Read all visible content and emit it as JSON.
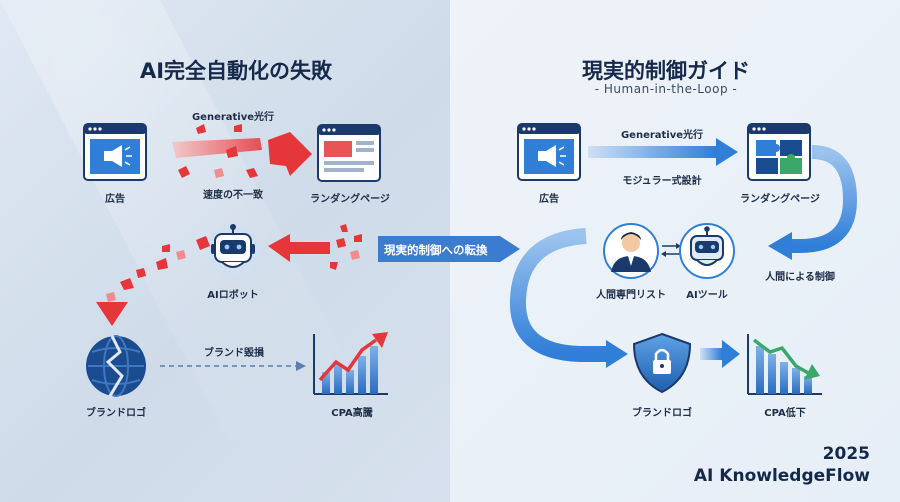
{
  "left": {
    "title": "AI完全自動化の失敗",
    "flow_top": "Generative光行",
    "flow_mid": "速度の不一致",
    "ad": "広告",
    "landing": "ランダングページ",
    "robot": "AIロボット",
    "logo": "ブランドロゴ",
    "damage": "ブランド毀損",
    "cpa": "CPA高騰"
  },
  "transition": "現実的制御への転換",
  "right": {
    "title": "現実的制御ガイド",
    "subtitle": "- Human-in-the-Loop -",
    "flow_top": "Generative光行",
    "flow_mid": "モジュラー式設計",
    "ad": "広告",
    "landing": "ランダングページ",
    "human": "人間専門リスト",
    "ai_tool": "AIツール",
    "control": "人間による制御",
    "logo": "ブランドロゴ",
    "cpa": "CPA低下"
  },
  "footer": {
    "year": "2025",
    "brand": "AI KnowledgeFlow"
  },
  "colors": {
    "left_accent": "#e5363a",
    "right_accent": "#2f7ed8",
    "banner": "#3b7bd0",
    "dark": "#1b3a6b"
  }
}
